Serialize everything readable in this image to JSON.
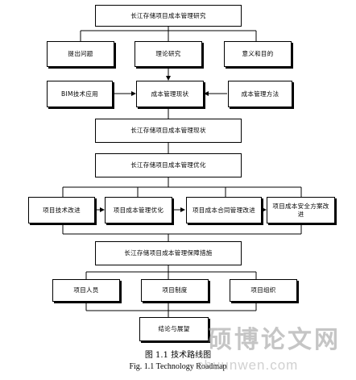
{
  "diagram": {
    "research_title": "长江存储项目成本管理研究",
    "row1": [
      "提出问题",
      "理论研究",
      "意义和目的"
    ],
    "row2": [
      "BIM技术应用",
      "成本管理现状",
      "成本管理方法"
    ],
    "status_title": "长江存储项目成本管理现状",
    "optimize_title": "长江存储项目成本管理优化",
    "row3": [
      "项目技术改进",
      "项目成本管理优化",
      "项目成本合同管理改进",
      "项目成本安全方案改进"
    ],
    "guarantee_title": "长江存储项目成本管理保障措施",
    "row4": [
      "项目人员",
      "项目制度",
      "项目组织"
    ],
    "conclusion": "结论与展望"
  },
  "caption": {
    "cn": "图 1.1    技术路线图",
    "en": "Fig. 1.1    Technology Roadmap"
  },
  "watermark": {
    "text": "硕博论文网",
    "url": "shuunwen.com"
  }
}
